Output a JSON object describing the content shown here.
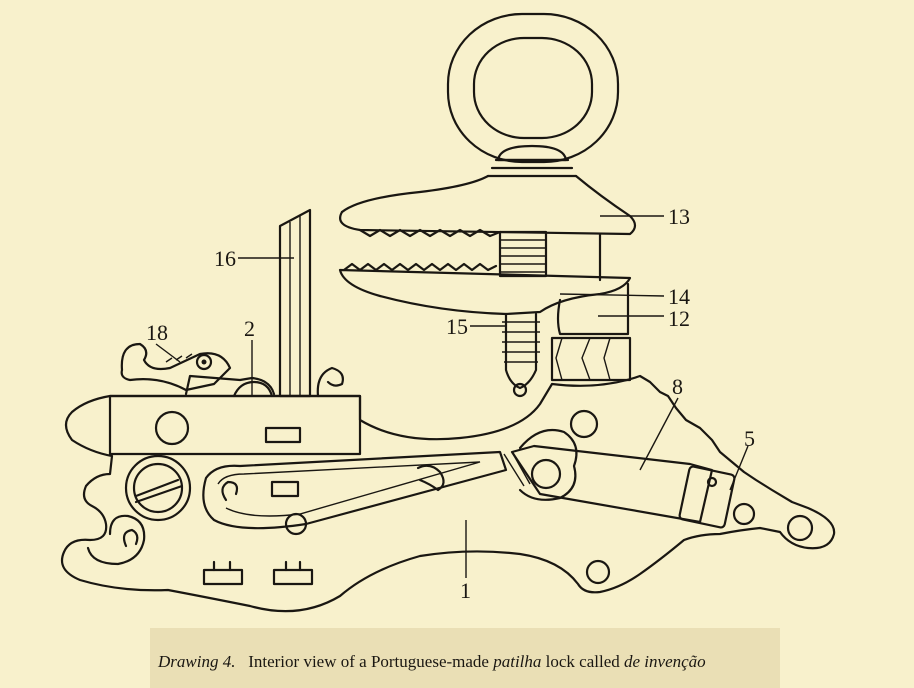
{
  "labels": {
    "l1": "1",
    "l2": "2",
    "l5": "5",
    "l8": "8",
    "l12": "12",
    "l13": "13",
    "l14": "14",
    "l15": "15",
    "l16": "16",
    "l18": "18"
  },
  "caption": {
    "prefix": "Drawing 4.",
    "text_a": "Interior view of a Portuguese-made ",
    "term": "patilha",
    "text_b": " lock called ",
    "name": "de invenção"
  }
}
